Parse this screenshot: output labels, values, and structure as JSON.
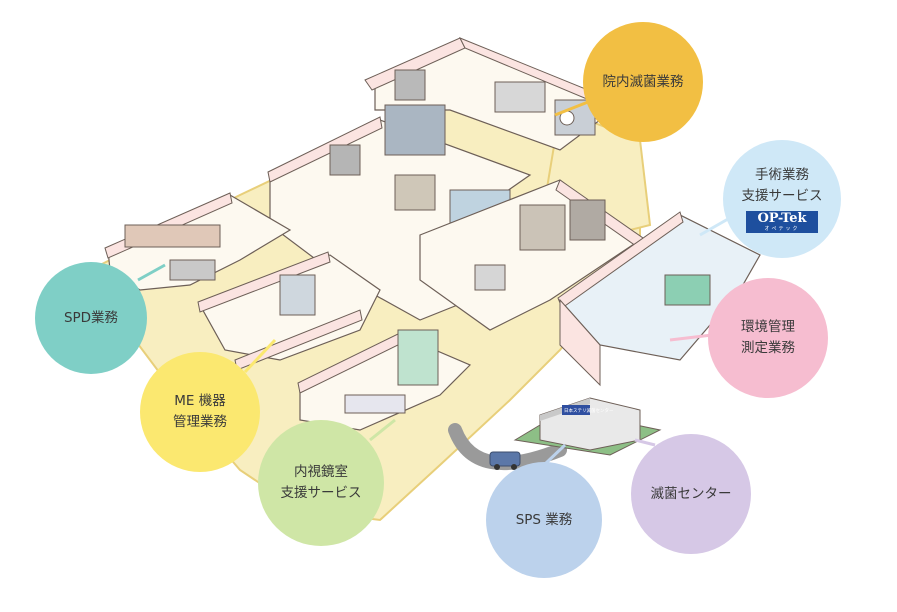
{
  "services": {
    "incho": {
      "line1": "院内滅菌業務"
    },
    "shujutsu": {
      "line1": "手術業務",
      "line2": "支援サービス",
      "logo": "OP-Tek",
      "logo_sub": "オペテック"
    },
    "kankyo": {
      "line1": "環境管理",
      "line2": "測定業務"
    },
    "spd": {
      "line1": "SPD業務"
    },
    "me": {
      "line1": "ME 機器",
      "line2": "管理業務"
    },
    "naishi": {
      "line1": "内視鏡室",
      "line2": "支援サービス"
    },
    "sps": {
      "line1": "SPS 業務"
    },
    "center": {
      "line1": "滅菌センター"
    }
  },
  "building_sign": "日本ステリ滅菌センター",
  "colors": {
    "floor": "#f8eec0",
    "wall_top": "#fbe4e1",
    "outline": "#6d5f57",
    "incho": "#f2bf43",
    "shujutsu": "#cfe8f7",
    "kankyo": "#f6bdd0",
    "spd": "#7fcfc6",
    "me": "#fbe870",
    "naishi": "#cfe6a6",
    "sps": "#bcd2ec",
    "center": "#d6c8e6"
  }
}
